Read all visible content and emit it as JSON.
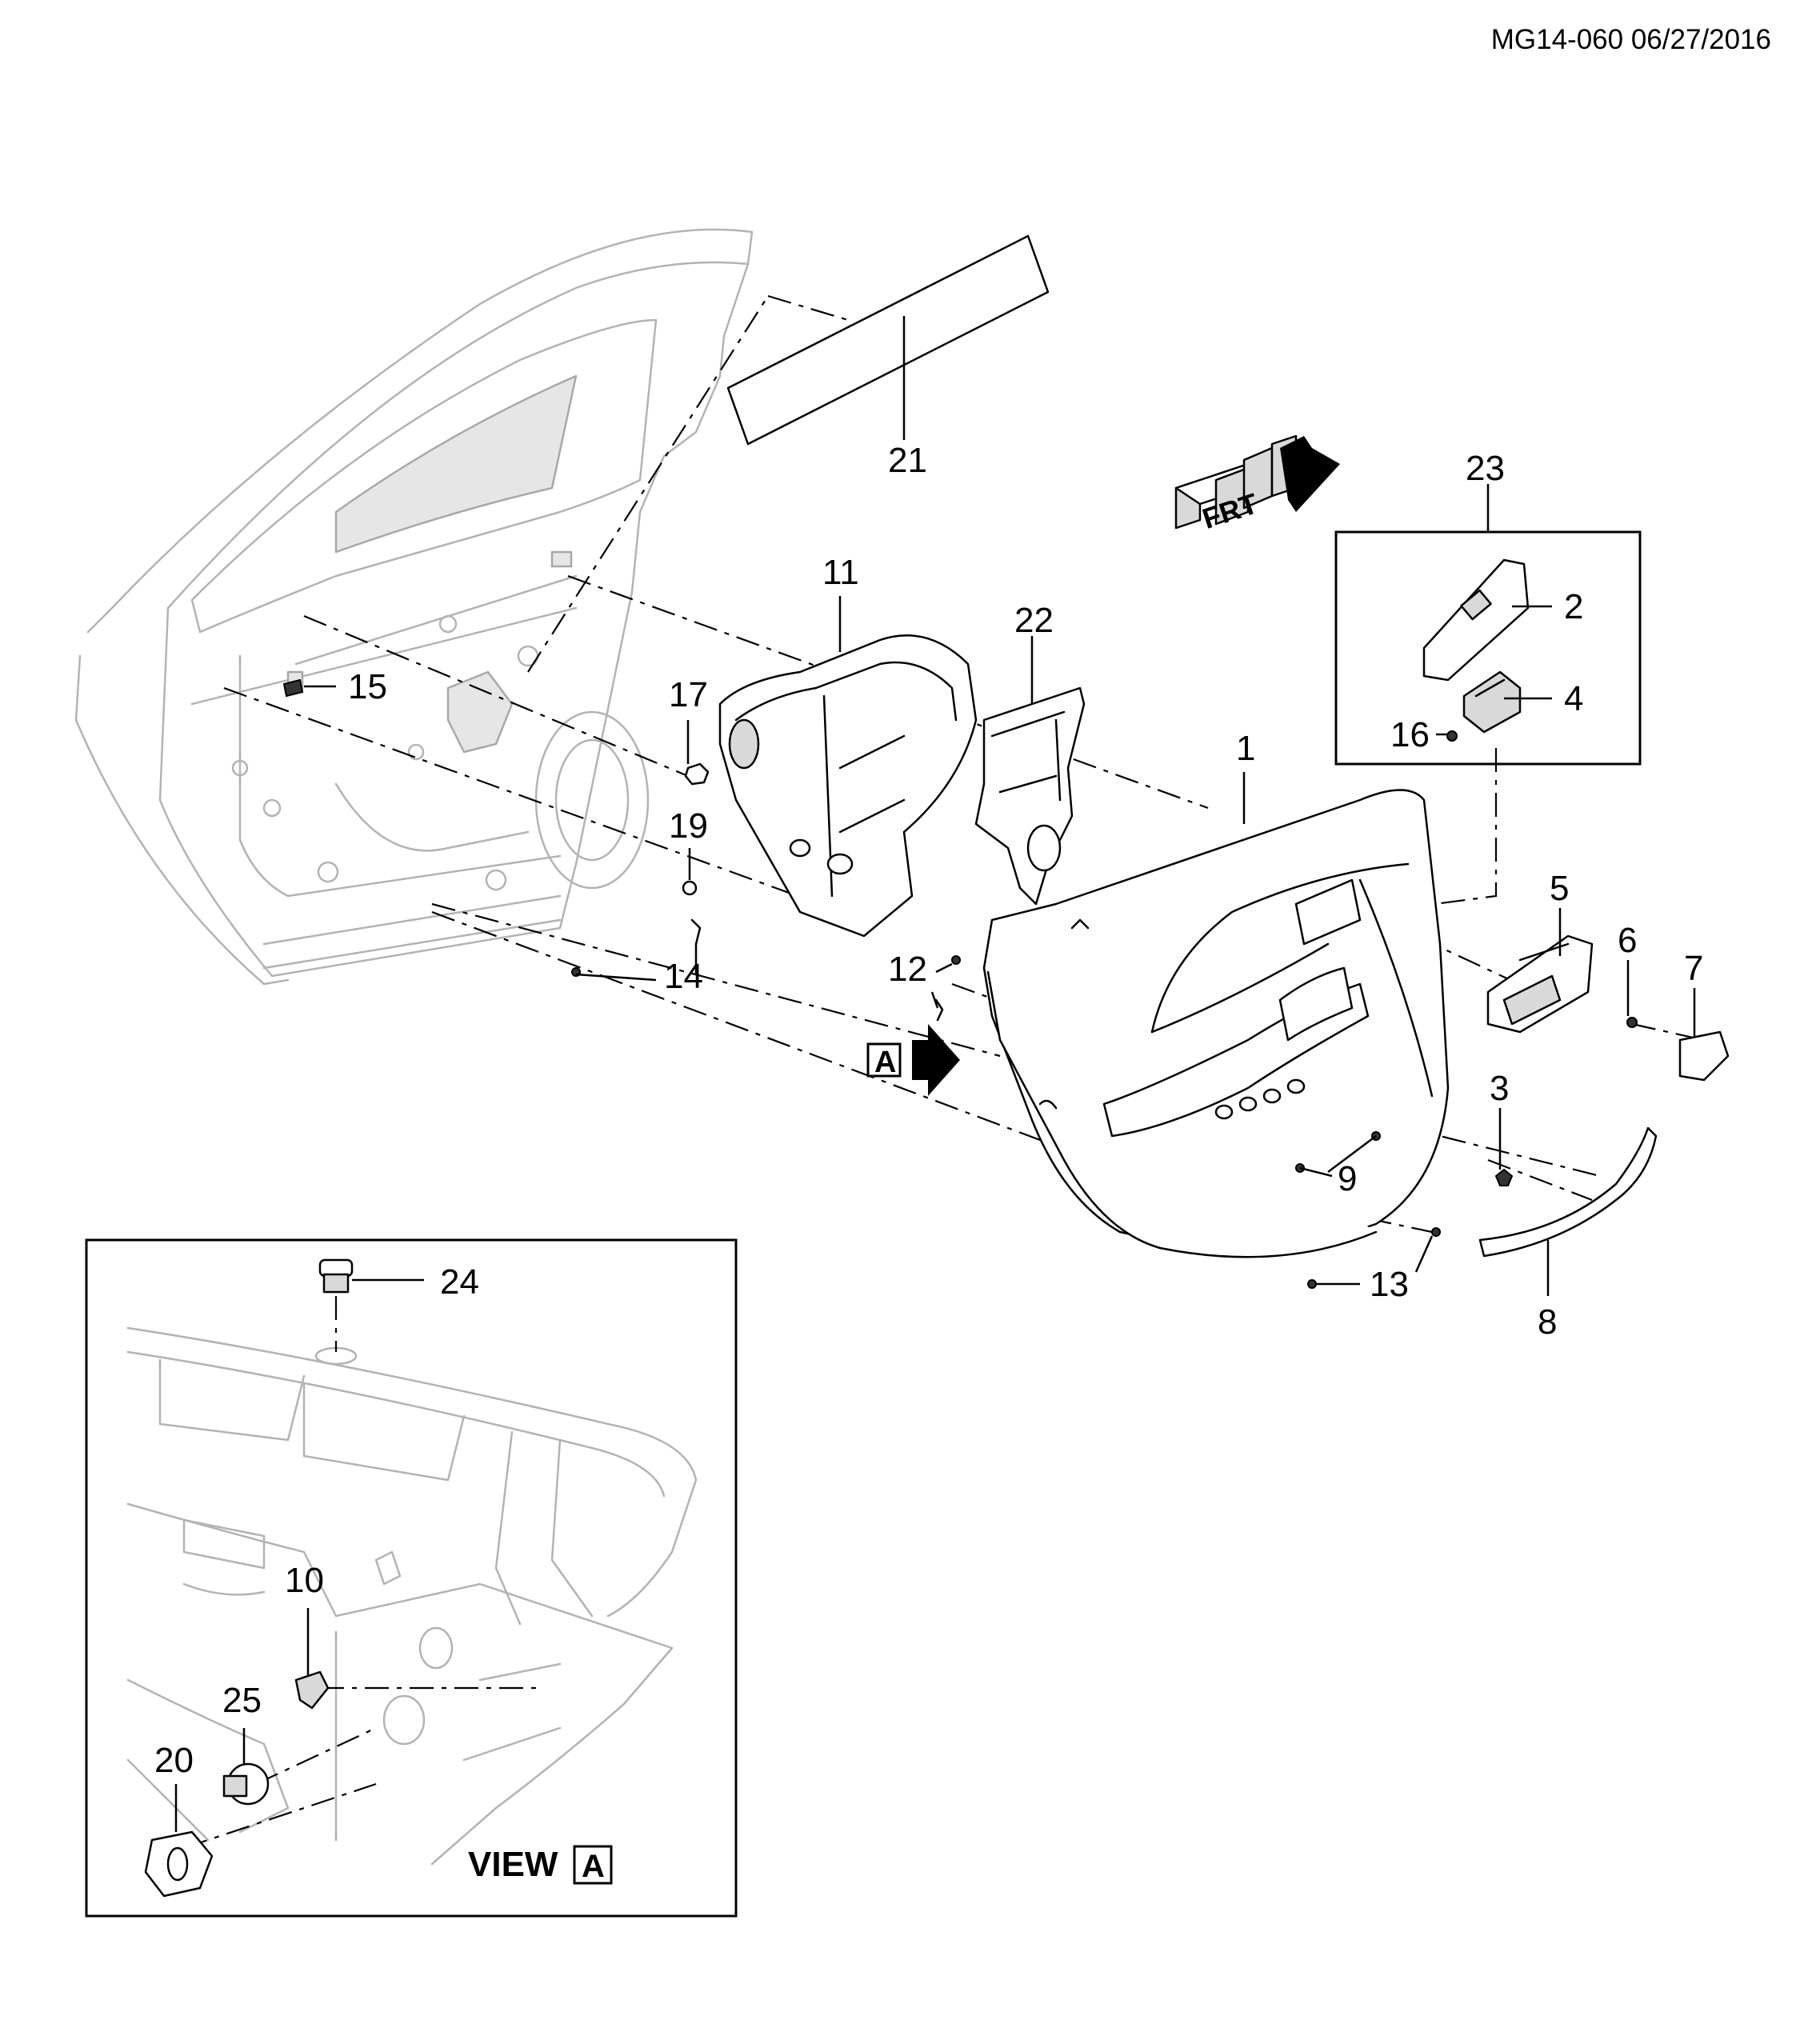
{
  "header": {
    "code": "MG14-060 06/27/2016"
  },
  "callouts": {
    "c1": "1",
    "c2": "2",
    "c3": "3",
    "c4": "4",
    "c5": "5",
    "c6": "6",
    "c7": "7",
    "c8": "8",
    "c9": "9",
    "c10": "10",
    "c11": "11",
    "c12": "12",
    "c13": "13",
    "c14": "14",
    "c15": "15",
    "c16": "16",
    "c17": "17",
    "c19": "19",
    "c20": "20",
    "c21": "21",
    "c22": "22",
    "c23": "23",
    "c24": "24",
    "c25": "25"
  },
  "front_arrow": {
    "label": "FRT"
  },
  "view_marker": {
    "letter": "A"
  },
  "inset": {
    "view_word": "VIEW",
    "view_letter": "A"
  },
  "icons": {
    "front_indicator": "direction-arrow-icon",
    "view_arrow": "view-arrow-icon"
  }
}
